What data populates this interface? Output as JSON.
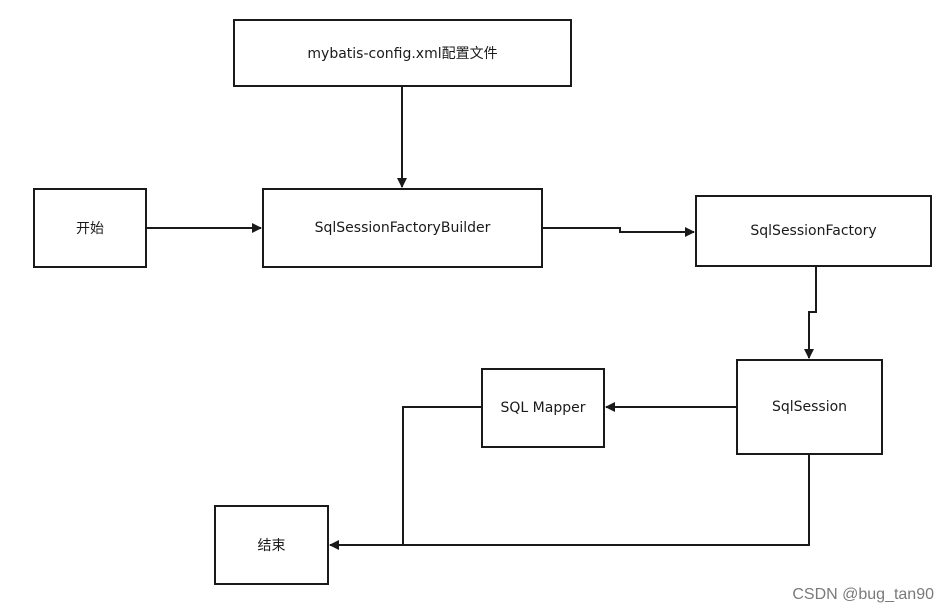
{
  "nodes": {
    "config": "mybatis-config.xml配置文件",
    "start": "开始",
    "builder": "SqlSessionFactoryBuilder",
    "factory": "SqlSessionFactory",
    "session": "SqlSession",
    "mapper": "SQL Mapper",
    "end": "结束"
  },
  "watermark": "CSDN @bug_tan90",
  "colors": {
    "stroke": "#1a1a1a",
    "background": "#ffffff",
    "watermark": "#7a7a7a"
  }
}
